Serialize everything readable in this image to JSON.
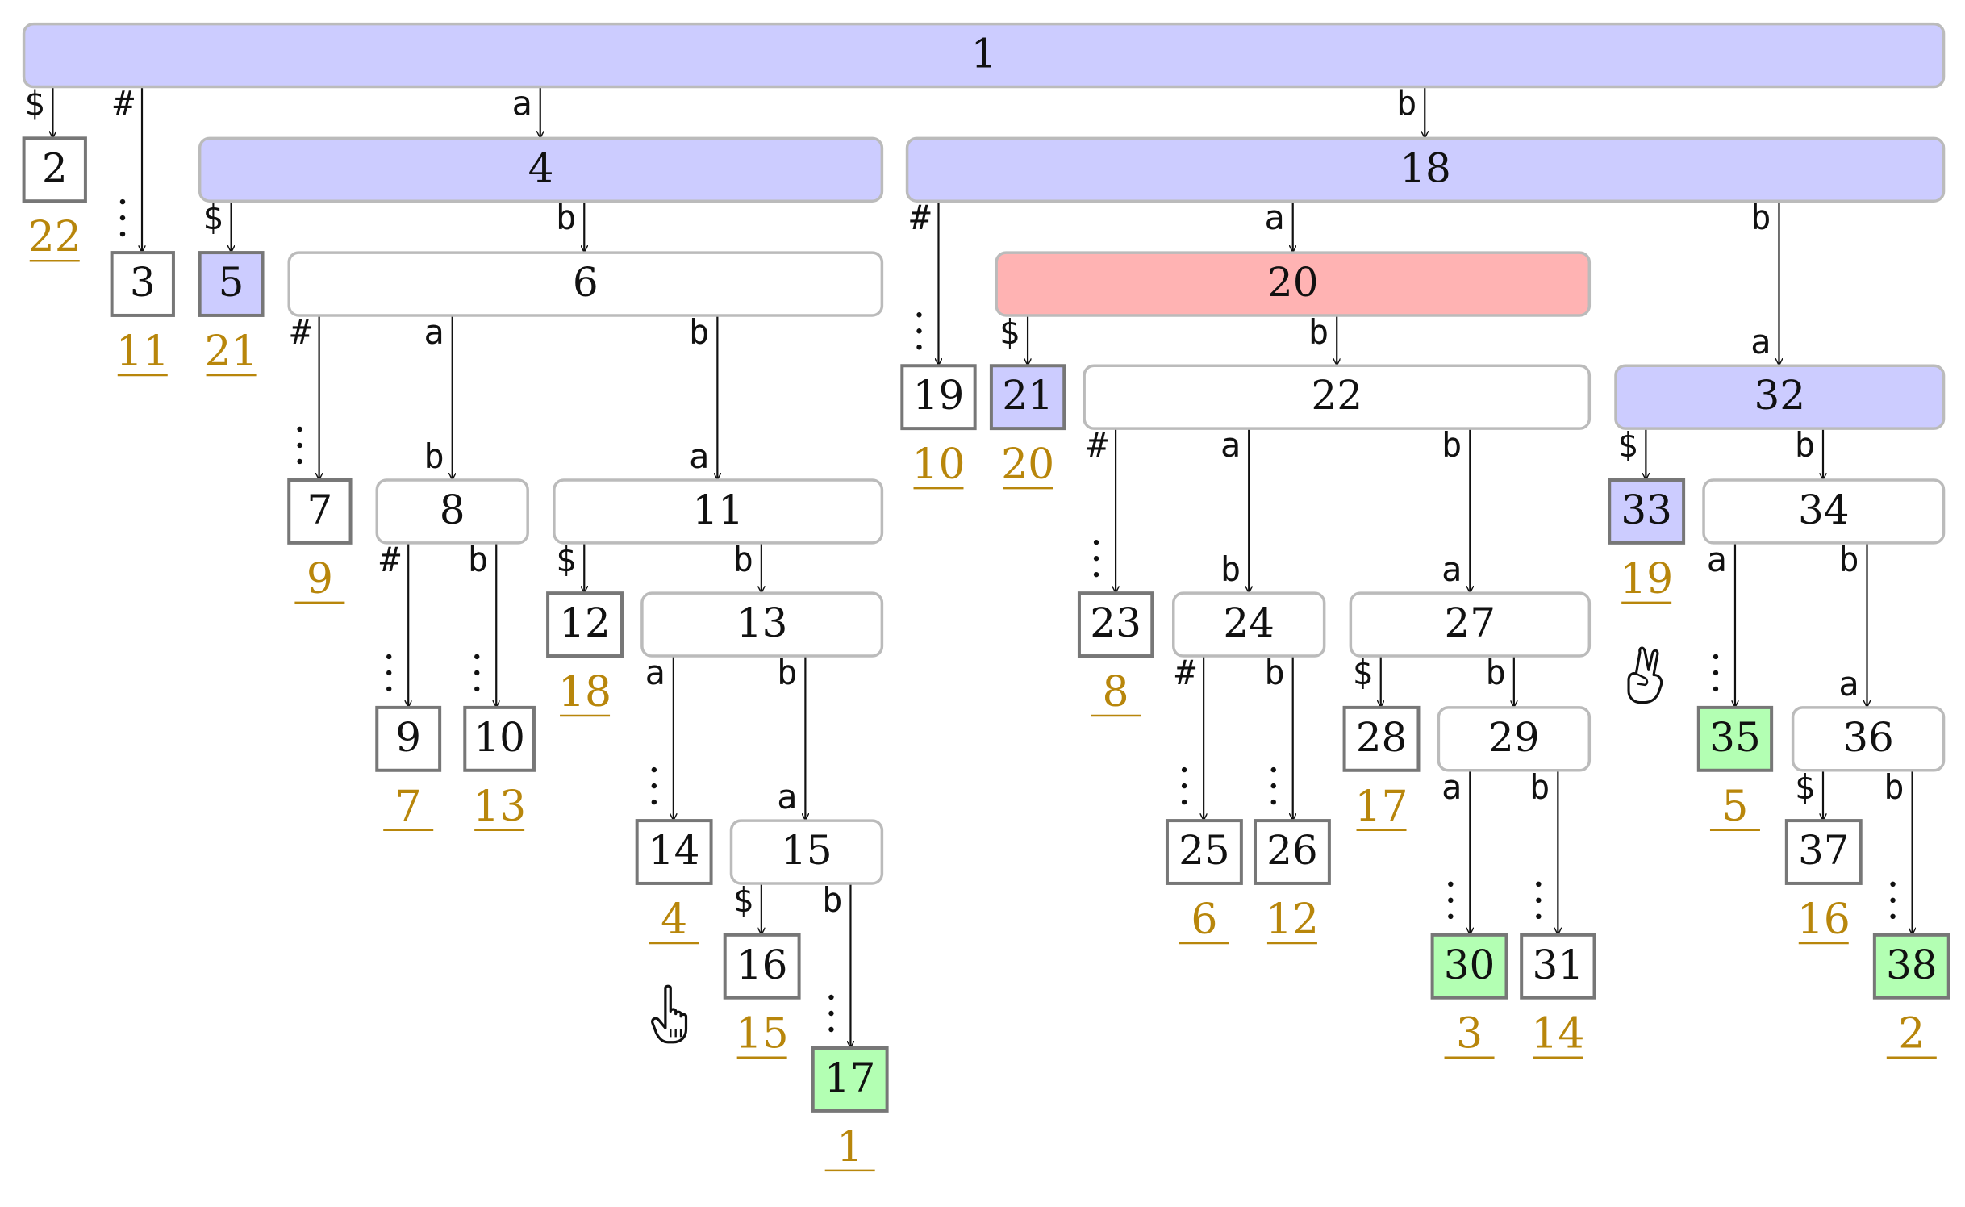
{
  "colors": {
    "internal_blue": "#ccccff",
    "internal_red": "#ffb3b3",
    "leaf_green": "#b3ffb3",
    "plain": "#ffffff",
    "leaf_number": "#b8860b"
  },
  "nodes": [
    {
      "label": "1",
      "kind": "internal",
      "fill": "blue"
    },
    {
      "label": "2",
      "kind": "leaf",
      "fill": "plain",
      "suffix_index": "22"
    },
    {
      "label": "3",
      "kind": "leaf",
      "fill": "plain",
      "suffix_index": "11"
    },
    {
      "label": "4",
      "kind": "internal",
      "fill": "blue"
    },
    {
      "label": "5",
      "kind": "leaf",
      "fill": "blue",
      "suffix_index": "21"
    },
    {
      "label": "6",
      "kind": "internal",
      "fill": "plain"
    },
    {
      "label": "7",
      "kind": "leaf",
      "fill": "plain",
      "suffix_index": "9"
    },
    {
      "label": "8",
      "kind": "internal",
      "fill": "plain"
    },
    {
      "label": "9",
      "kind": "leaf",
      "fill": "plain",
      "suffix_index": "7"
    },
    {
      "label": "10",
      "kind": "leaf",
      "fill": "plain",
      "suffix_index": "13"
    },
    {
      "label": "11",
      "kind": "internal",
      "fill": "plain"
    },
    {
      "label": "12",
      "kind": "leaf",
      "fill": "plain",
      "suffix_index": "18"
    },
    {
      "label": "13",
      "kind": "internal",
      "fill": "plain"
    },
    {
      "label": "14",
      "kind": "leaf",
      "fill": "plain",
      "suffix_index": "4"
    },
    {
      "label": "15",
      "kind": "internal",
      "fill": "plain"
    },
    {
      "label": "16",
      "kind": "leaf",
      "fill": "plain",
      "suffix_index": "15"
    },
    {
      "label": "17",
      "kind": "leaf",
      "fill": "green",
      "suffix_index": "1"
    },
    {
      "label": "18",
      "kind": "internal",
      "fill": "blue"
    },
    {
      "label": "19",
      "kind": "leaf",
      "fill": "plain",
      "suffix_index": "10"
    },
    {
      "label": "20",
      "kind": "internal",
      "fill": "red"
    },
    {
      "label": "21",
      "kind": "leaf",
      "fill": "blue",
      "suffix_index": "20"
    },
    {
      "label": "22",
      "kind": "internal",
      "fill": "plain"
    },
    {
      "label": "23",
      "kind": "leaf",
      "fill": "plain",
      "suffix_index": "8"
    },
    {
      "label": "24",
      "kind": "internal",
      "fill": "plain"
    },
    {
      "label": "25",
      "kind": "leaf",
      "fill": "plain",
      "suffix_index": "6"
    },
    {
      "label": "26",
      "kind": "leaf",
      "fill": "plain",
      "suffix_index": "12"
    },
    {
      "label": "27",
      "kind": "internal",
      "fill": "plain"
    },
    {
      "label": "28",
      "kind": "leaf",
      "fill": "plain",
      "suffix_index": "17"
    },
    {
      "label": "29",
      "kind": "internal",
      "fill": "plain"
    },
    {
      "label": "30",
      "kind": "leaf",
      "fill": "green",
      "suffix_index": "3"
    },
    {
      "label": "31",
      "kind": "leaf",
      "fill": "plain",
      "suffix_index": "14"
    },
    {
      "label": "32",
      "kind": "internal",
      "fill": "blue"
    },
    {
      "label": "33",
      "kind": "leaf",
      "fill": "blue",
      "suffix_index": "19"
    },
    {
      "label": "34",
      "kind": "internal",
      "fill": "plain"
    },
    {
      "label": "35",
      "kind": "leaf",
      "fill": "green",
      "suffix_index": "5"
    },
    {
      "label": "36",
      "kind": "internal",
      "fill": "plain"
    },
    {
      "label": "37",
      "kind": "leaf",
      "fill": "plain",
      "suffix_index": "16"
    },
    {
      "label": "38",
      "kind": "leaf",
      "fill": "green",
      "suffix_index": "2"
    }
  ],
  "edges": [
    {
      "from": "1",
      "to": "2",
      "label": "$",
      "dotted": false
    },
    {
      "from": "1",
      "to": "3",
      "label": "#",
      "dotted": true
    },
    {
      "from": "1",
      "to": "4",
      "label": "a",
      "dotted": false
    },
    {
      "from": "1",
      "to": "18",
      "label": "b",
      "dotted": false
    },
    {
      "from": "4",
      "to": "5",
      "label": "$",
      "dotted": false
    },
    {
      "from": "4",
      "to": "6",
      "label": "b",
      "dotted": false
    },
    {
      "from": "6",
      "to": "7",
      "label": "#",
      "dotted": true
    },
    {
      "from": "6",
      "to": "8",
      "label": "a",
      "second_label": "b",
      "dotted": false
    },
    {
      "from": "6",
      "to": "11",
      "label": "b",
      "second_label": "a",
      "dotted": false
    },
    {
      "from": "8",
      "to": "9",
      "label": "#",
      "dotted": true
    },
    {
      "from": "8",
      "to": "10",
      "label": "b",
      "dotted": true
    },
    {
      "from": "11",
      "to": "12",
      "label": "$",
      "dotted": false
    },
    {
      "from": "11",
      "to": "13",
      "label": "b",
      "dotted": false
    },
    {
      "from": "13",
      "to": "14",
      "label": "a",
      "dotted": true
    },
    {
      "from": "13",
      "to": "15",
      "label": "b",
      "second_label": "a",
      "dotted": false
    },
    {
      "from": "15",
      "to": "16",
      "label": "$",
      "dotted": false
    },
    {
      "from": "15",
      "to": "17",
      "label": "b",
      "dotted": true
    },
    {
      "from": "18",
      "to": "19",
      "label": "#",
      "dotted": true
    },
    {
      "from": "18",
      "to": "20",
      "label": "a",
      "dotted": false
    },
    {
      "from": "18",
      "to": "32",
      "label": "b",
      "second_label": "a",
      "dotted": false
    },
    {
      "from": "20",
      "to": "21",
      "label": "$",
      "dotted": false
    },
    {
      "from": "20",
      "to": "22",
      "label": "b",
      "dotted": false
    },
    {
      "from": "22",
      "to": "23",
      "label": "#",
      "dotted": true
    },
    {
      "from": "22",
      "to": "24",
      "label": "a",
      "second_label": "b",
      "dotted": false
    },
    {
      "from": "22",
      "to": "27",
      "label": "b",
      "second_label": "a",
      "dotted": false
    },
    {
      "from": "24",
      "to": "25",
      "label": "#",
      "dotted": true
    },
    {
      "from": "24",
      "to": "26",
      "label": "b",
      "dotted": true
    },
    {
      "from": "27",
      "to": "28",
      "label": "$",
      "dotted": false
    },
    {
      "from": "27",
      "to": "29",
      "label": "b",
      "dotted": false
    },
    {
      "from": "29",
      "to": "30",
      "label": "a",
      "dotted": true
    },
    {
      "from": "29",
      "to": "31",
      "label": "b",
      "dotted": true
    },
    {
      "from": "32",
      "to": "33",
      "label": "$",
      "dotted": false
    },
    {
      "from": "32",
      "to": "34",
      "label": "b",
      "dotted": false
    },
    {
      "from": "34",
      "to": "35",
      "label": "a",
      "dotted": true
    },
    {
      "from": "34",
      "to": "36",
      "label": "b",
      "second_label": "a",
      "dotted": false
    },
    {
      "from": "36",
      "to": "37",
      "label": "$",
      "dotted": false
    },
    {
      "from": "36",
      "to": "38",
      "label": "b",
      "dotted": true
    }
  ],
  "icons": [
    {
      "name": "pointing-hand-icon"
    },
    {
      "name": "victory-hand-icon"
    }
  ]
}
